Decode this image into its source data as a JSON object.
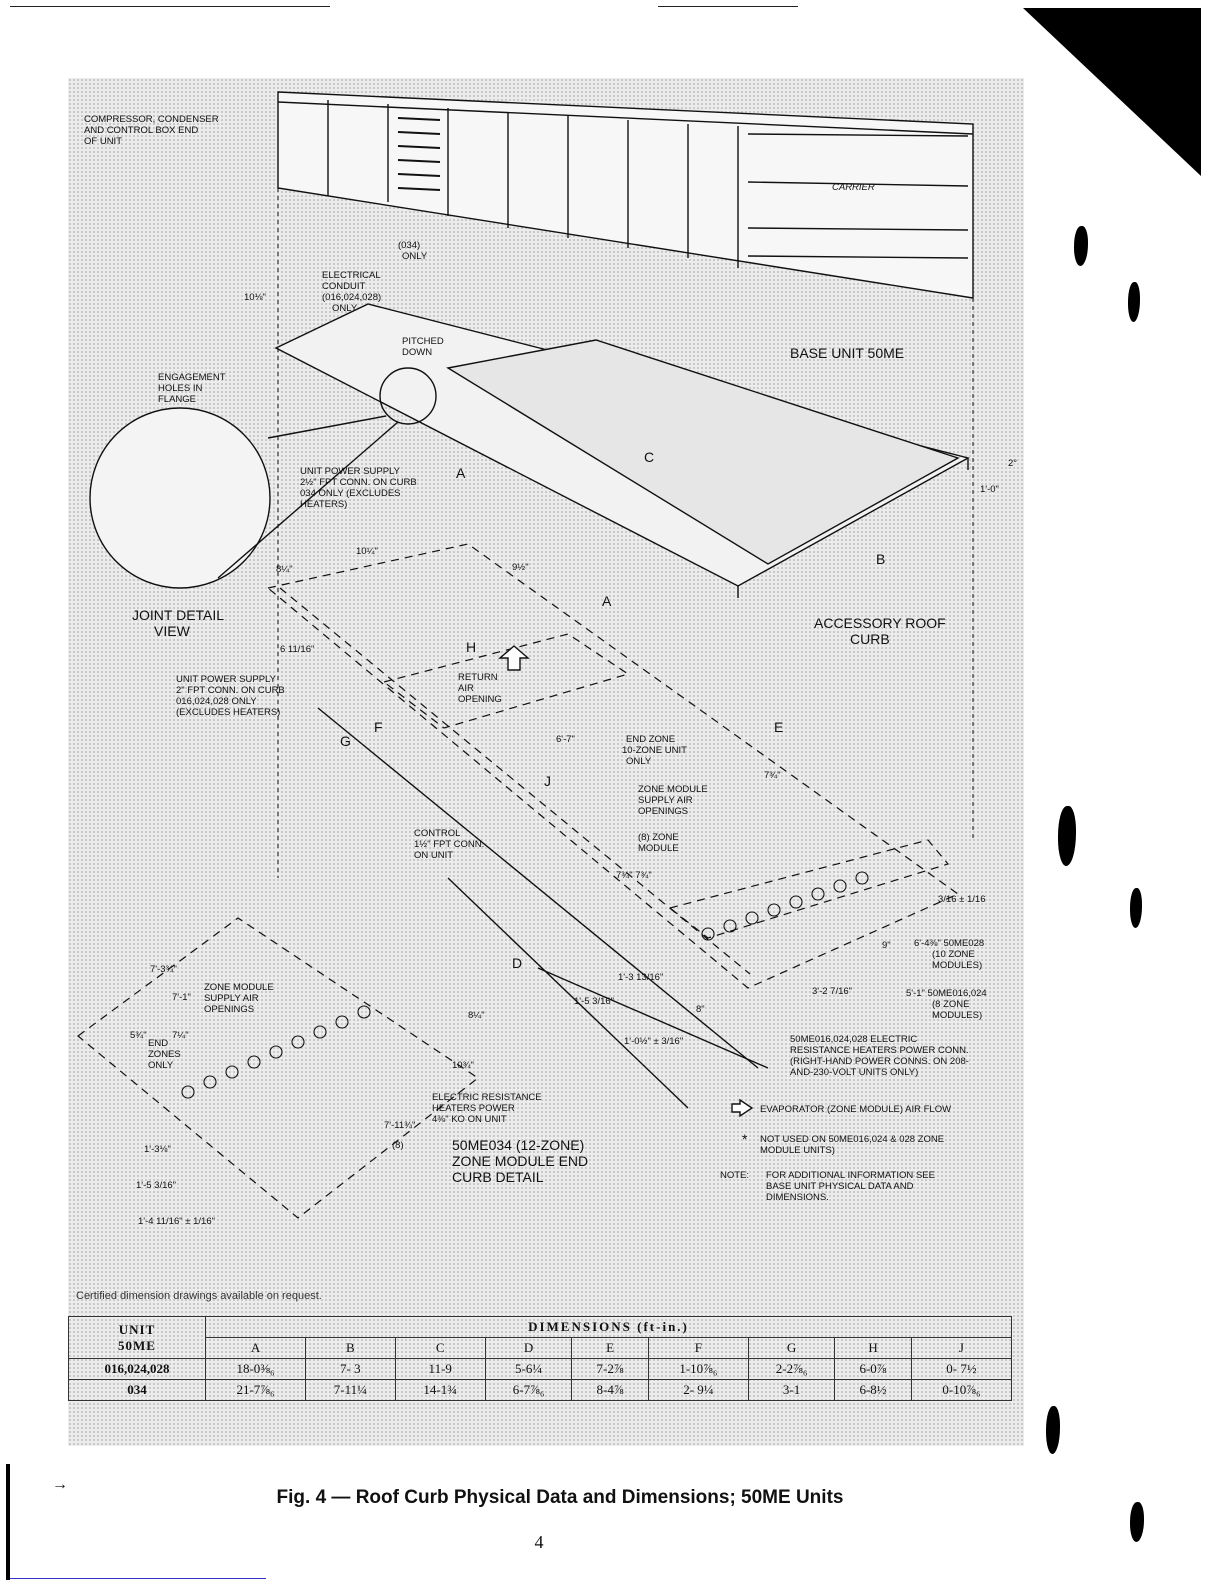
{
  "labels": {
    "compressor_end": [
      "COMPRESSOR, CONDENSER",
      "AND CONTROL BOX END",
      "OF UNIT"
    ],
    "electrical_conduit": [
      "(034)",
      "ONLY",
      "ELECTRICAL",
      "CONDUIT",
      "(016,024,028)",
      "ONLY"
    ],
    "pitched_down": [
      "PITCHED",
      "DOWN"
    ],
    "base_unit": "BASE UNIT 50ME",
    "engagement_holes": [
      "ENGAGEMENT",
      "HOLES IN",
      "FLANGE"
    ],
    "joint_detail": [
      "JOINT DETAIL",
      "VIEW"
    ],
    "unit_power_supply_034": [
      "UNIT POWER SUPPLY",
      "2½\" FPT CONN. ON CURB",
      "034 ONLY (EXCLUDES",
      "HEATERS)"
    ],
    "unit_power_supply_016": [
      "UNIT POWER SUPPLY",
      "2\" FPT CONN. ON CURB",
      "016,024,028 ONLY",
      "(EXCLUDES HEATERS)"
    ],
    "accessory_roof_curb": [
      "ACCESSORY ROOF",
      "CURB"
    ],
    "return_air_opening": [
      "RETURN",
      "AIR",
      "OPENING"
    ],
    "end_zone": [
      "END ZONE",
      "10-ZONE UNIT",
      "ONLY"
    ],
    "zone_module_supply": [
      "ZONE MODULE",
      "SUPPLY AIR",
      "OPENINGS"
    ],
    "eight_zone_module": [
      "(8) ZONE",
      "MODULE"
    ],
    "control": [
      "CONTROL",
      "1½\" FPT CONN.",
      "ON UNIT"
    ],
    "zone_10": [
      "6'-4⅜\" 50ME028",
      "(10 ZONE",
      "MODULES)"
    ],
    "zone_8": [
      "5'-1\" 50ME016,024",
      "(8 ZONE",
      "MODULES)"
    ],
    "heaters_016": [
      "50ME016,024,028 ELECTRIC",
      "RESISTANCE HEATERS POWER CONN.",
      "(RIGHT-HAND POWER CONNS. ON 208-",
      "AND-230-VOLT UNITS ONLY)"
    ],
    "heaters_034": [
      "ELECTRIC RESISTANCE",
      "HEATERS POWER",
      "4⅜\" KO ON UNIT"
    ],
    "end_curb_detail": [
      "50ME034 (12-ZONE)",
      "ZONE MODULE END",
      "CURB DETAIL"
    ],
    "legend_evaporator": "EVAPORATOR (ZONE MODULE) AIR FLOW",
    "legend_not_used": [
      "NOT USED ON 50ME016,024 & 028 ZONE",
      "MODULE UNITS)"
    ],
    "note": [
      "NOTE:",
      "FOR ADDITIONAL INFORMATION SEE",
      "BASE UNIT PHYSICAL DATA AND",
      "DIMENSIONS."
    ],
    "end_zones_only": [
      "END",
      "ZONES",
      "ONLY"
    ],
    "dims": {
      "a": "A",
      "b": "B",
      "c": "C",
      "d": "D",
      "e": "E",
      "f": "F",
      "g": "G",
      "h": "H",
      "j": "J",
      "ten_eighth": "10⅛\"",
      "two_deg": "2°",
      "one_o": "1'-0\"",
      "six_seven": "6'-7\"",
      "eight_quarter": "8¼\"",
      "nine_half": "9½\"",
      "ten_quarter": "10¼\"",
      "six_eleven": "6 11/16\"",
      "seven_three": "7¾\"",
      "three_two": "3'-2 7/16\"",
      "nine_in": "9\"",
      "eight_in": "8\"",
      "one_three": "1'-3 13/16\"",
      "one_five": "1'-5 3/16\"",
      "one_o_half": "1'-0½\" ± 3/16\"",
      "seven_three_quarter": "7'-3¾\"",
      "seven_one": "7'-1\"",
      "seven_quarter": "7¼\"",
      "five_three": "5¾\"",
      "one_three_b": "1'-3⅛\"",
      "one_five_b": "1'-5 3/16\"",
      "one_four": "1'-4 11/16\" ± 1/16\"",
      "seven_eleven": "7'-11¾\"",
      "eight_b": "(8)",
      "eight_quarter_b": "8¼\"",
      "ten_three": "10¾\"",
      "three_sixteenth": "3/16 ± 1/16",
      "seven_three_b": "7¾\"  7¾\""
    },
    "brand": "Carrier"
  },
  "certified_note": "Certified dimension drawings available on request.",
  "table": {
    "unit_header": [
      "UNIT",
      "50ME"
    ],
    "dimensions_header": "DIMENSIONS (ft-in.)",
    "columns": [
      "A",
      "B",
      "C",
      "D",
      "E",
      "F",
      "G",
      "H",
      "J"
    ],
    "rows": [
      {
        "unit": "016,024,028",
        "values": [
          "18-0⅜₆",
          "7- 3",
          "11-9",
          "5-6¼",
          "7-2⅞",
          "1-10⅞₆",
          "2-2⅞₆",
          "6-0⅞",
          "0- 7½"
        ]
      },
      {
        "unit": "034",
        "values": [
          "21-7⅞₆",
          "7-11¼",
          "14-1¾",
          "6-7⅞₆",
          "8-4⅞",
          "2- 9¼",
          "3-1",
          "6-8½",
          "0-10⅞₆"
        ]
      }
    ]
  },
  "caption": "Fig. 4 — Roof Curb Physical Data and Dimensions; 50ME Units",
  "page_number": "4",
  "margin_arrow": "→"
}
